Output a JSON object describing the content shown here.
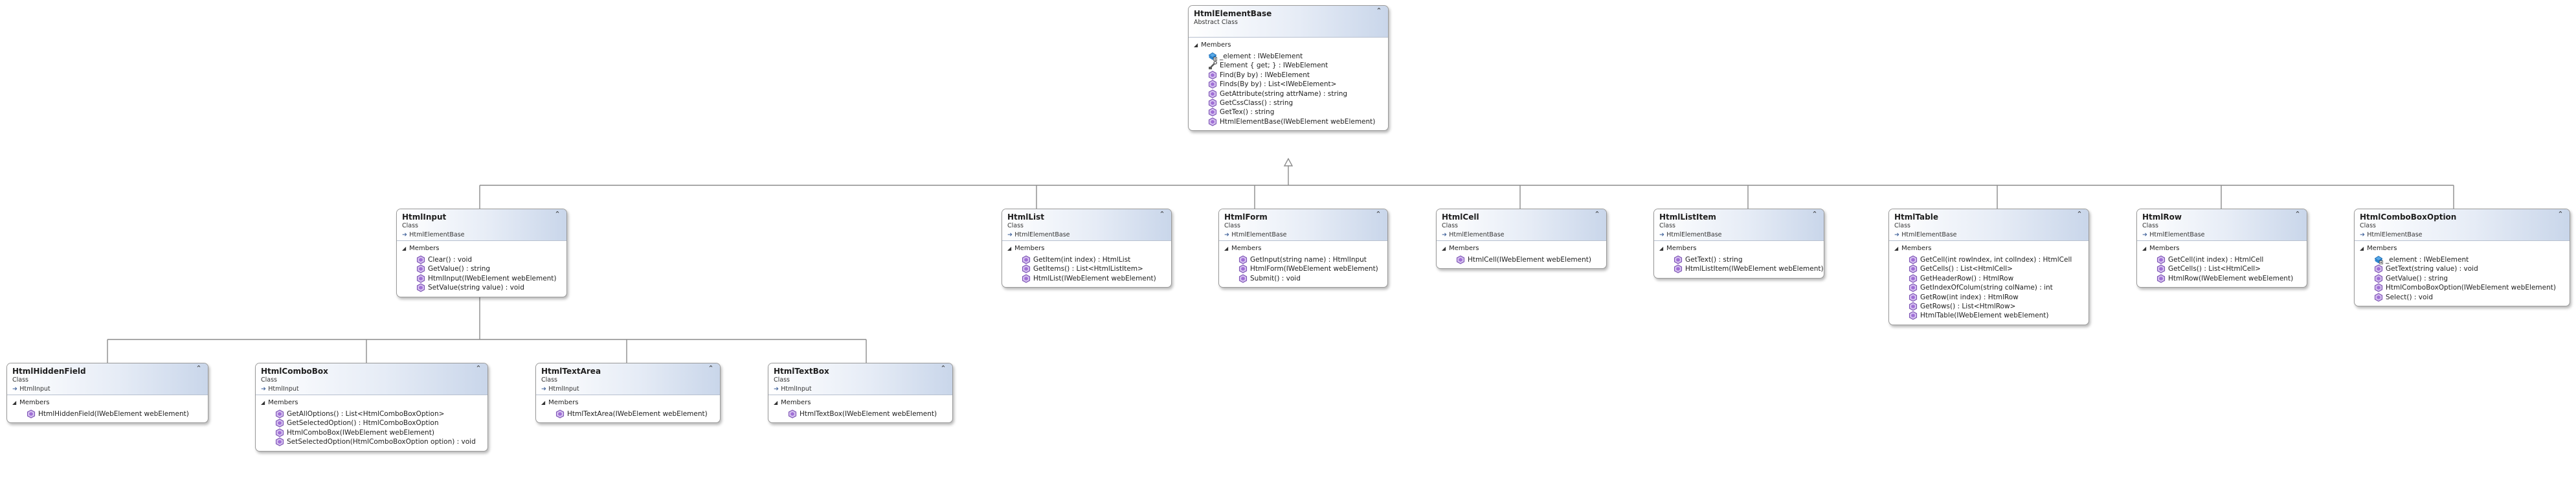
{
  "classes": [
    {
      "id": "htmlelementbase",
      "name": "HtmlElementBase",
      "stereotype": "Abstract Class",
      "base": "",
      "section": "Members",
      "members": [
        {
          "icon": "field",
          "text": "_element : IWebElement"
        },
        {
          "icon": "property",
          "text": "Element { get; } : IWebElement"
        },
        {
          "icon": "method",
          "text": "Find(By by) : IWebElement"
        },
        {
          "icon": "method",
          "text": "Finds(By by) : List<IWebElement>"
        },
        {
          "icon": "method",
          "text": "GetAttribute(string attrName) : string"
        },
        {
          "icon": "method",
          "text": "GetCssClass() : string"
        },
        {
          "icon": "method",
          "text": "GetTex() : string"
        },
        {
          "icon": "method",
          "text": "HtmlElementBase(IWebElement webElement)"
        }
      ]
    },
    {
      "id": "htmlinput",
      "name": "HtmlInput",
      "stereotype": "Class",
      "base": "HtmlElementBase",
      "section": "Members",
      "members": [
        {
          "icon": "method",
          "text": "Clear() : void"
        },
        {
          "icon": "method",
          "text": "GetValue() : string"
        },
        {
          "icon": "method",
          "text": "HtmlInput(IWebElement webElement)"
        },
        {
          "icon": "method",
          "text": "SetValue(string value) : void"
        }
      ]
    },
    {
      "id": "htmllist",
      "name": "HtmlList",
      "stereotype": "Class",
      "base": "HtmlElementBase",
      "section": "Members",
      "members": [
        {
          "icon": "method",
          "text": "GetItem(int index) : HtmlList"
        },
        {
          "icon": "method",
          "text": "GetItems() : List<HtmlListItem>"
        },
        {
          "icon": "method",
          "text": "HtmlList(IWebElement webElement)"
        }
      ]
    },
    {
      "id": "htmlform",
      "name": "HtmlForm",
      "stereotype": "Class",
      "base": "HtmlElementBase",
      "section": "Members",
      "members": [
        {
          "icon": "method",
          "text": "GetInput(string name) : HtmlInput"
        },
        {
          "icon": "method",
          "text": "HtmlForm(IWebElement webElement)"
        },
        {
          "icon": "method",
          "text": "Submit() : void"
        }
      ]
    },
    {
      "id": "htmlcell",
      "name": "HtmlCell",
      "stereotype": "Class",
      "base": "HtmlElementBase",
      "section": "Members",
      "members": [
        {
          "icon": "method",
          "text": "HtmlCell(IWebElement webElement)"
        }
      ]
    },
    {
      "id": "htmllistitem",
      "name": "HtmlListItem",
      "stereotype": "Class",
      "base": "HtmlElementBase",
      "section": "Members",
      "members": [
        {
          "icon": "method",
          "text": "GetText() : string"
        },
        {
          "icon": "method",
          "text": "HtmlListItem(IWebElement webElement)"
        }
      ]
    },
    {
      "id": "htmltable",
      "name": "HtmlTable",
      "stereotype": "Class",
      "base": "HtmlElementBase",
      "section": "Members",
      "members": [
        {
          "icon": "method",
          "text": "GetCell(int rowIndex, int colIndex) : HtmlCell"
        },
        {
          "icon": "method",
          "text": "GetCells() : List<HtmlCell>"
        },
        {
          "icon": "method",
          "text": "GetHeaderRow() : HtmlRow"
        },
        {
          "icon": "method",
          "text": "GetIndexOfColum(string colName) : int"
        },
        {
          "icon": "method",
          "text": "GetRow(int index) : HtmlRow"
        },
        {
          "icon": "method",
          "text": "GetRows() : List<HtmlRow>"
        },
        {
          "icon": "method",
          "text": "HtmlTable(IWebElement webElement)"
        }
      ]
    },
    {
      "id": "htmlrow",
      "name": "HtmlRow",
      "stereotype": "Class",
      "base": "HtmlElementBase",
      "section": "Members",
      "members": [
        {
          "icon": "method",
          "text": "GetCell(int index) : HtmlCell"
        },
        {
          "icon": "method",
          "text": "GetCells() : List<HtmlCell>"
        },
        {
          "icon": "method",
          "text": "HtmlRow(IWebElement webElement)"
        }
      ]
    },
    {
      "id": "htmlcomboboxoption",
      "name": "HtmlComboBoxOption",
      "stereotype": "Class",
      "base": "HtmlElementBase",
      "section": "Members",
      "members": [
        {
          "icon": "field",
          "text": "_element : IWebElement"
        },
        {
          "icon": "method",
          "text": "GetText(string value) : void"
        },
        {
          "icon": "method",
          "text": "GetValue() : string"
        },
        {
          "icon": "method",
          "text": "HtmlComboBoxOption(IWebElement webElement)"
        },
        {
          "icon": "method",
          "text": "Select() : void"
        }
      ]
    },
    {
      "id": "htmlhiddenfield",
      "name": "HtmlHiddenField",
      "stereotype": "Class",
      "base": "HtmlInput",
      "section": "Members",
      "members": [
        {
          "icon": "method",
          "text": "HtmlHiddenField(IWebElement webElement)"
        }
      ]
    },
    {
      "id": "htmlcombobox",
      "name": "HtmlComboBox",
      "stereotype": "Class",
      "base": "HtmlInput",
      "section": "Members",
      "members": [
        {
          "icon": "method",
          "text": "GetAllOptions() : List<HtmlComboBoxOption>"
        },
        {
          "icon": "method",
          "text": "GetSelectedOption() : HtmlComboBoxOption"
        },
        {
          "icon": "method",
          "text": "HtmlComboBox(IWebElement webElement)"
        },
        {
          "icon": "method",
          "text": "SetSelectedOption(HtmlComboBoxOption option) : void"
        }
      ]
    },
    {
      "id": "htmltextarea",
      "name": "HtmlTextArea",
      "stereotype": "Class",
      "base": "HtmlInput",
      "section": "Members",
      "members": [
        {
          "icon": "method",
          "text": "HtmlTextArea(IWebElement webElement)"
        }
      ]
    },
    {
      "id": "htmltextbox",
      "name": "HtmlTextBox",
      "stereotype": "Class",
      "base": "HtmlInput",
      "section": "Members",
      "members": [
        {
          "icon": "method",
          "text": "HtmlTextBox(IWebElement webElement)"
        }
      ]
    }
  ]
}
